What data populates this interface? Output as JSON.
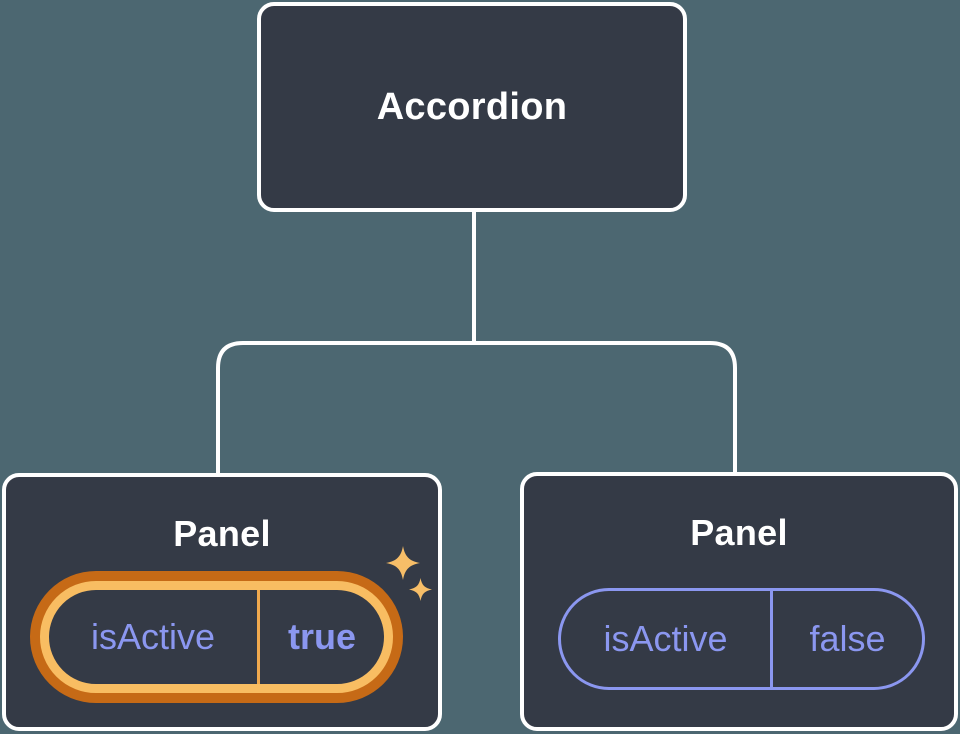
{
  "diagram": {
    "root": {
      "label": "Accordion"
    },
    "children": [
      {
        "label": "Panel",
        "prop": {
          "name": "isActive",
          "value": "true"
        },
        "highlighted": true
      },
      {
        "label": "Panel",
        "prop": {
          "name": "isActive",
          "value": "false"
        },
        "highlighted": false
      }
    ]
  },
  "icons": {
    "sparkle_large": "sparkle-icon",
    "sparkle_small": "sparkle-icon"
  },
  "colors": {
    "background": "#4C6771",
    "node_fill": "#343A46",
    "node_border": "#FFFFFF",
    "connector": "#FFFFFF",
    "title_text": "#FFFFFF",
    "state_text": "#8B97F0",
    "ring_outer": "#C66A16",
    "ring_inner": "#F8BD62",
    "ring_divider": "#F0A94E",
    "sparkle": "#F7BE68"
  }
}
